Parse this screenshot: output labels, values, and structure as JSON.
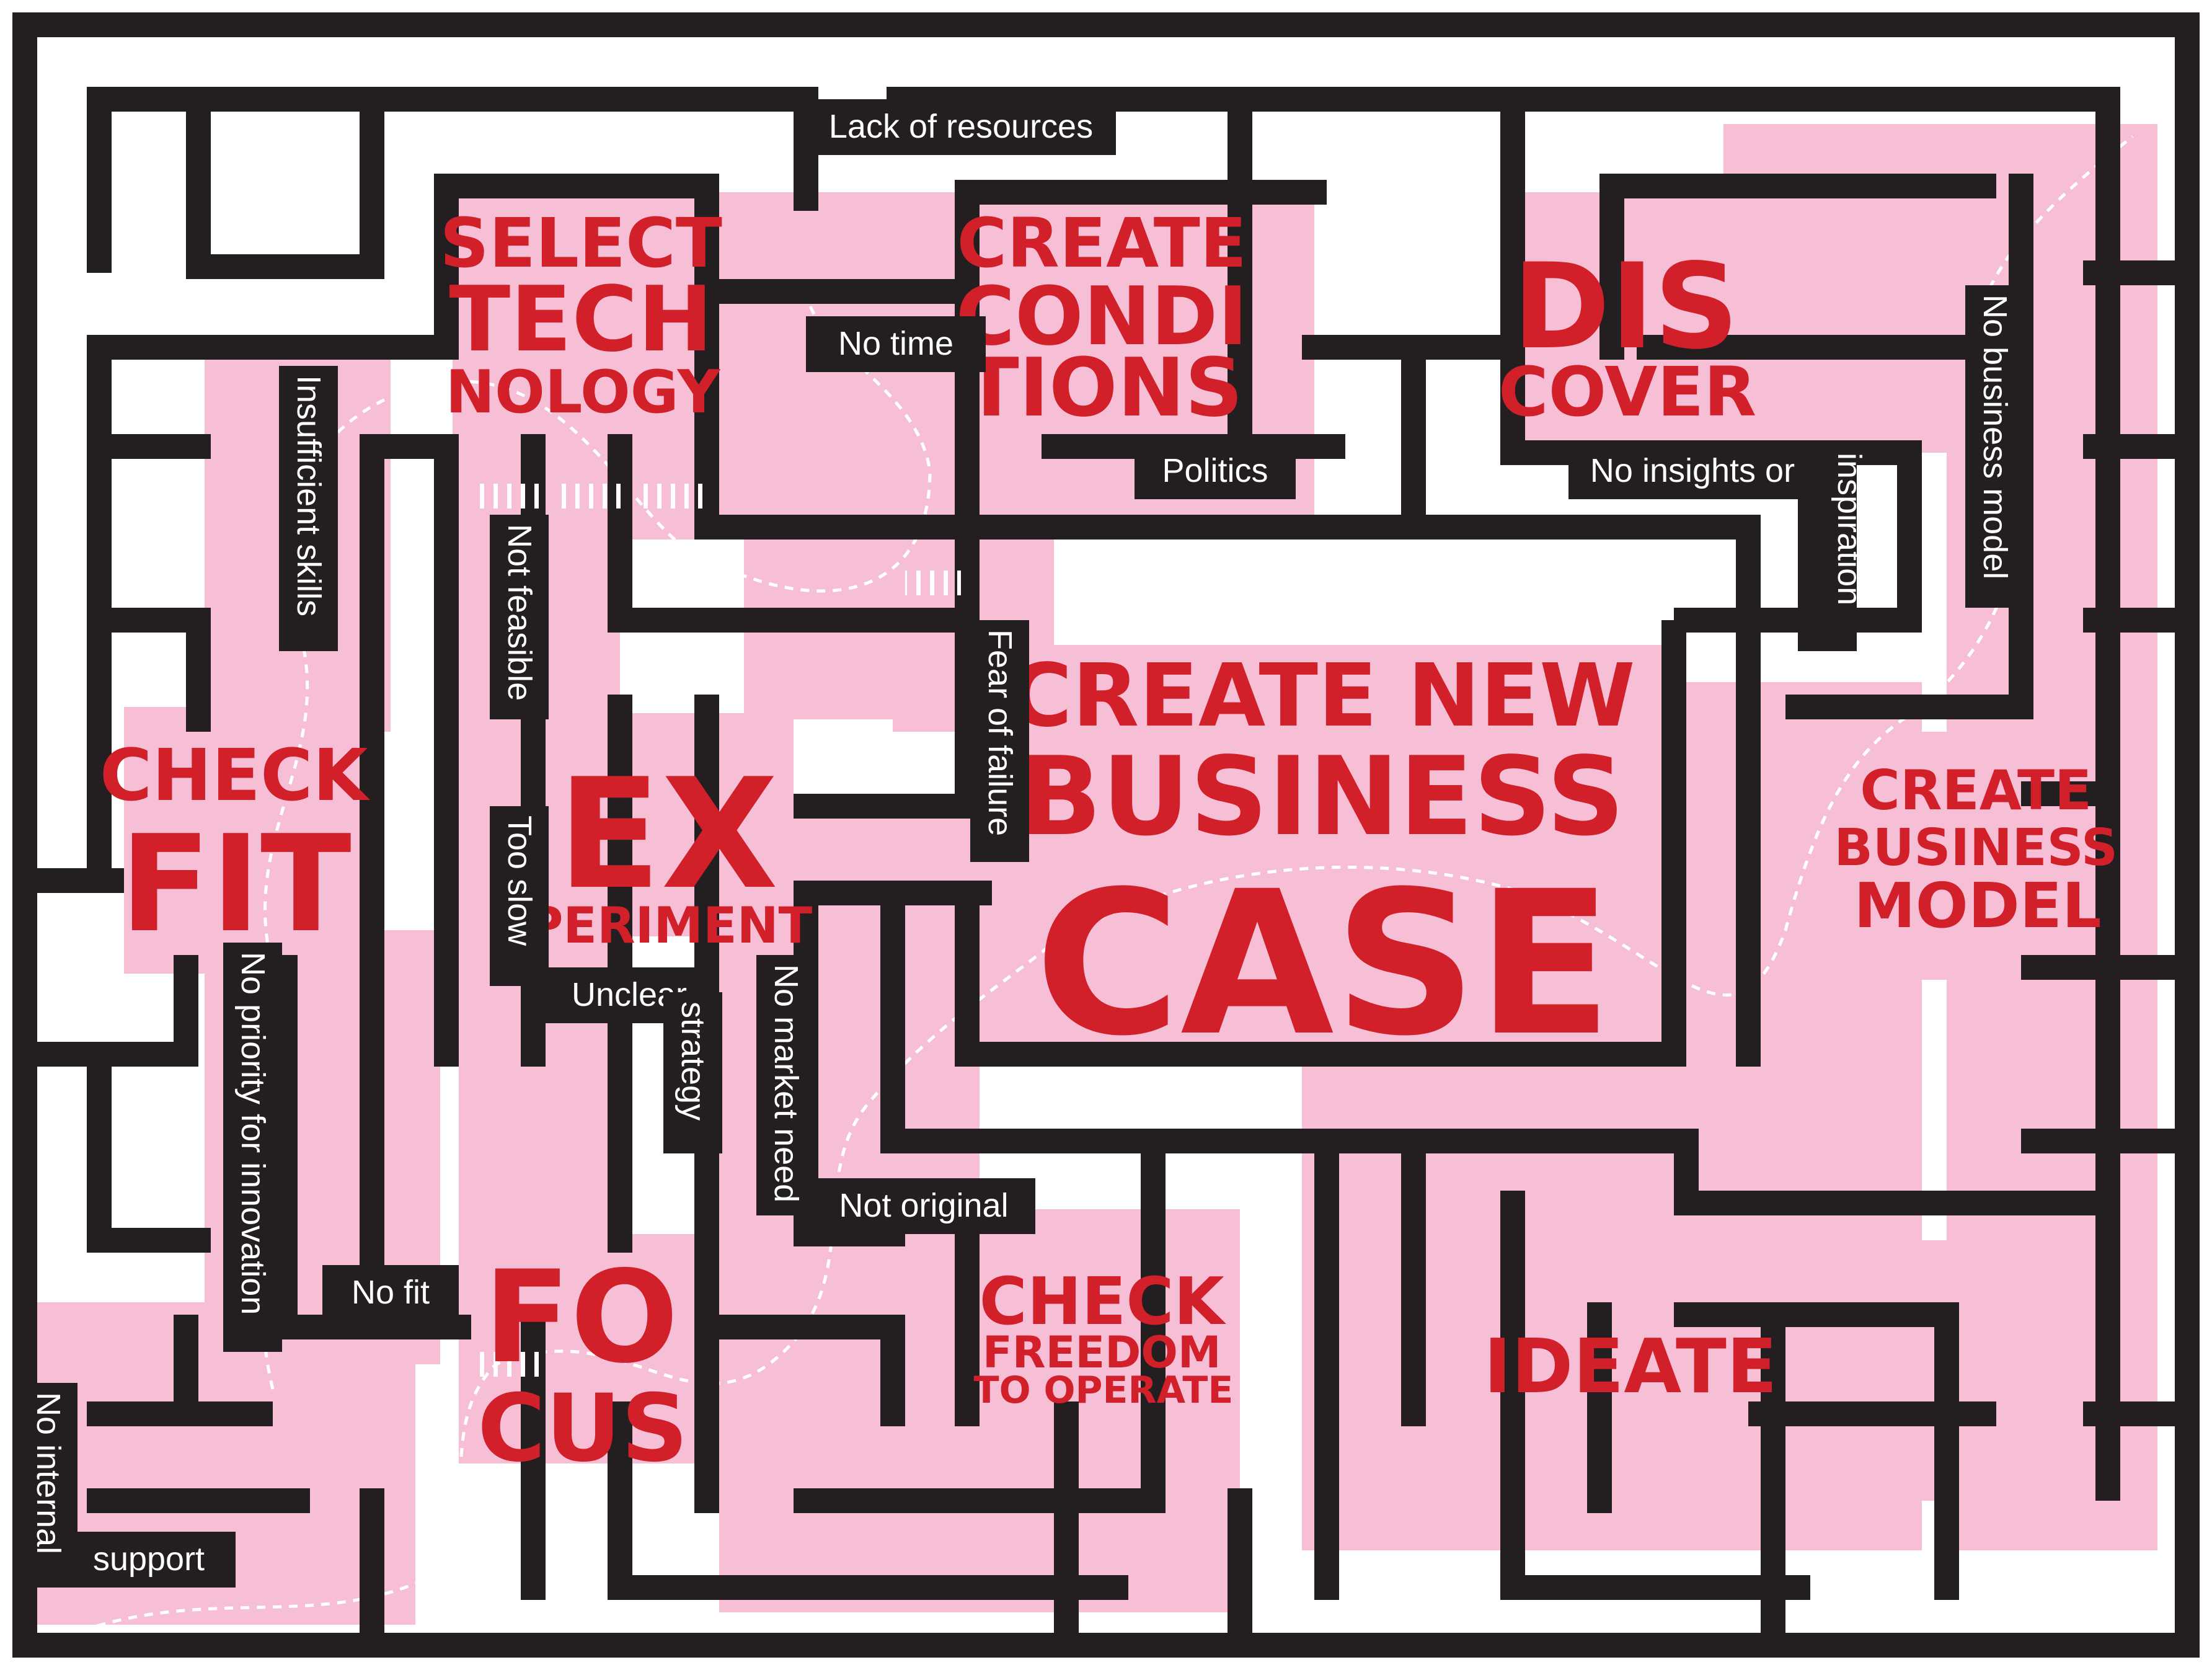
{
  "colors": {
    "wall": "#231f20",
    "path": "#f6bfd6",
    "stage_text": "#d2202a",
    "obstacle_text": "#ffffff",
    "background": "#ffffff"
  },
  "stages": {
    "select_technology": [
      "SELECT",
      "TECH",
      "NOLOGY"
    ],
    "create_conditions": [
      "CREATE",
      "CONDI",
      "TIONS"
    ],
    "discover": [
      "DIS",
      "COVER"
    ],
    "check_fit": [
      "CHECK",
      "FIT"
    ],
    "experiment": [
      "EX",
      "PERIMENT"
    ],
    "create_new_business_case": [
      "CREATE NEW",
      "BUSINESS",
      "CASE"
    ],
    "create_business_model": [
      "CREATE",
      "BUSINESS",
      "MODEL"
    ],
    "focus": [
      "FO",
      "CUS"
    ],
    "check_freedom": [
      "CHECK",
      "FREEDOM",
      "TO OPERATE"
    ],
    "ideate": [
      "IDEATE"
    ]
  },
  "obstacles": {
    "lack_of_resources": "Lack of resources",
    "no_time": "No time",
    "politics": "Politics",
    "no_insights_1": "No insights or",
    "no_insights_2": "inspiration",
    "no_business_model": "No business model",
    "insufficient_skills": "Insufficient skills",
    "not_feasible": "Not feasible",
    "fear_of_failure": "Fear of failure",
    "too_slow": "Too slow",
    "unclear_1": "Unclear",
    "unclear_2": "strategy",
    "no_market_need": "No market need",
    "not_original": "Not original",
    "no_priority": "No priority for innovation",
    "no_fit": "No fit",
    "no_internal": "No internal",
    "support": "support"
  }
}
